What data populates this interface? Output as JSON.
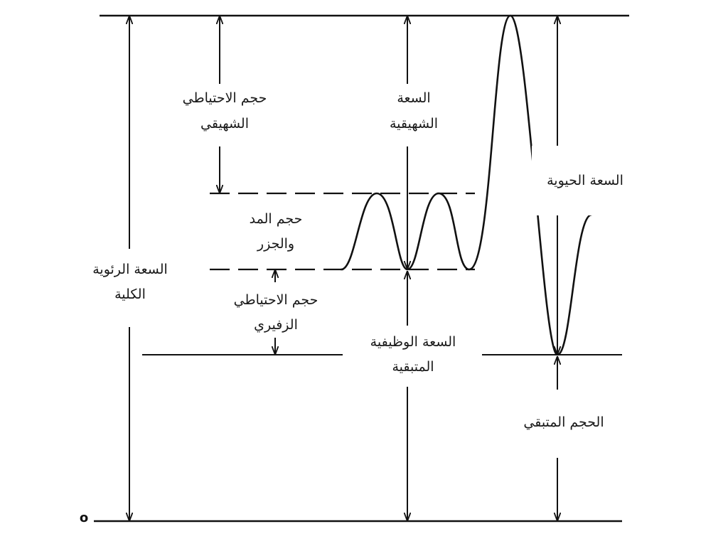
{
  "diagram": {
    "origin": "o",
    "inspiratory_reserve_volume": {
      "line1": "حجم الاحتياطي",
      "line2": "الشهيقي"
    },
    "inspiratory_capacity": {
      "line1": "السعة",
      "line2": "الشهيقية"
    },
    "vital_capacity": {
      "line1": "السعة الحيوية"
    },
    "tidal_volume": {
      "line1": "حجم المد",
      "line2": "والجزر"
    },
    "total_lung_capacity": {
      "line1": "السعة الرئوية",
      "line2": "الكلية"
    },
    "expiratory_reserve_volume": {
      "line1": "حجم الاحتياطي",
      "line2": "الزفيري"
    },
    "functional_residual_capacity": {
      "line1": "السعة الوظيفية",
      "line2": "المتبقية"
    },
    "residual_volume": {
      "line1": "الحجم المتبقي"
    }
  }
}
